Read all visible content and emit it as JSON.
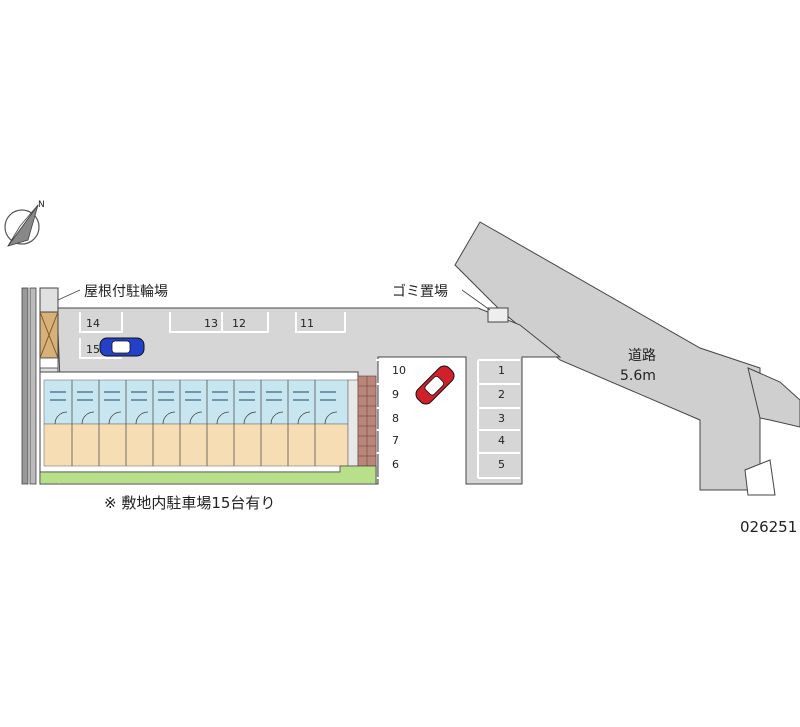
{
  "labels": {
    "bicycle_parking": "屋根付駐輪場",
    "garbage": "ゴミ置場",
    "road_name": "道路",
    "road_width": "5.6m",
    "note": "※ 敷地内駐車場15台有り",
    "code": "026251"
  },
  "parking": {
    "top_row": [
      "14",
      "13",
      "12",
      "11"
    ],
    "row_15": "15",
    "middle_column": [
      "10",
      "9",
      "8",
      "7",
      "6"
    ],
    "right_column": [
      "1",
      "2",
      "3",
      "4",
      "5"
    ]
  },
  "colors": {
    "lot": "#d8d8d8",
    "road": "#c8c8c8",
    "building_bottom": "#f6ddb4",
    "building_top": "#c8e6f0",
    "lawn": "#b8e08a",
    "car_red": "#d0202a",
    "car_blue": "#2440c8",
    "bike": "#d8b07a"
  }
}
